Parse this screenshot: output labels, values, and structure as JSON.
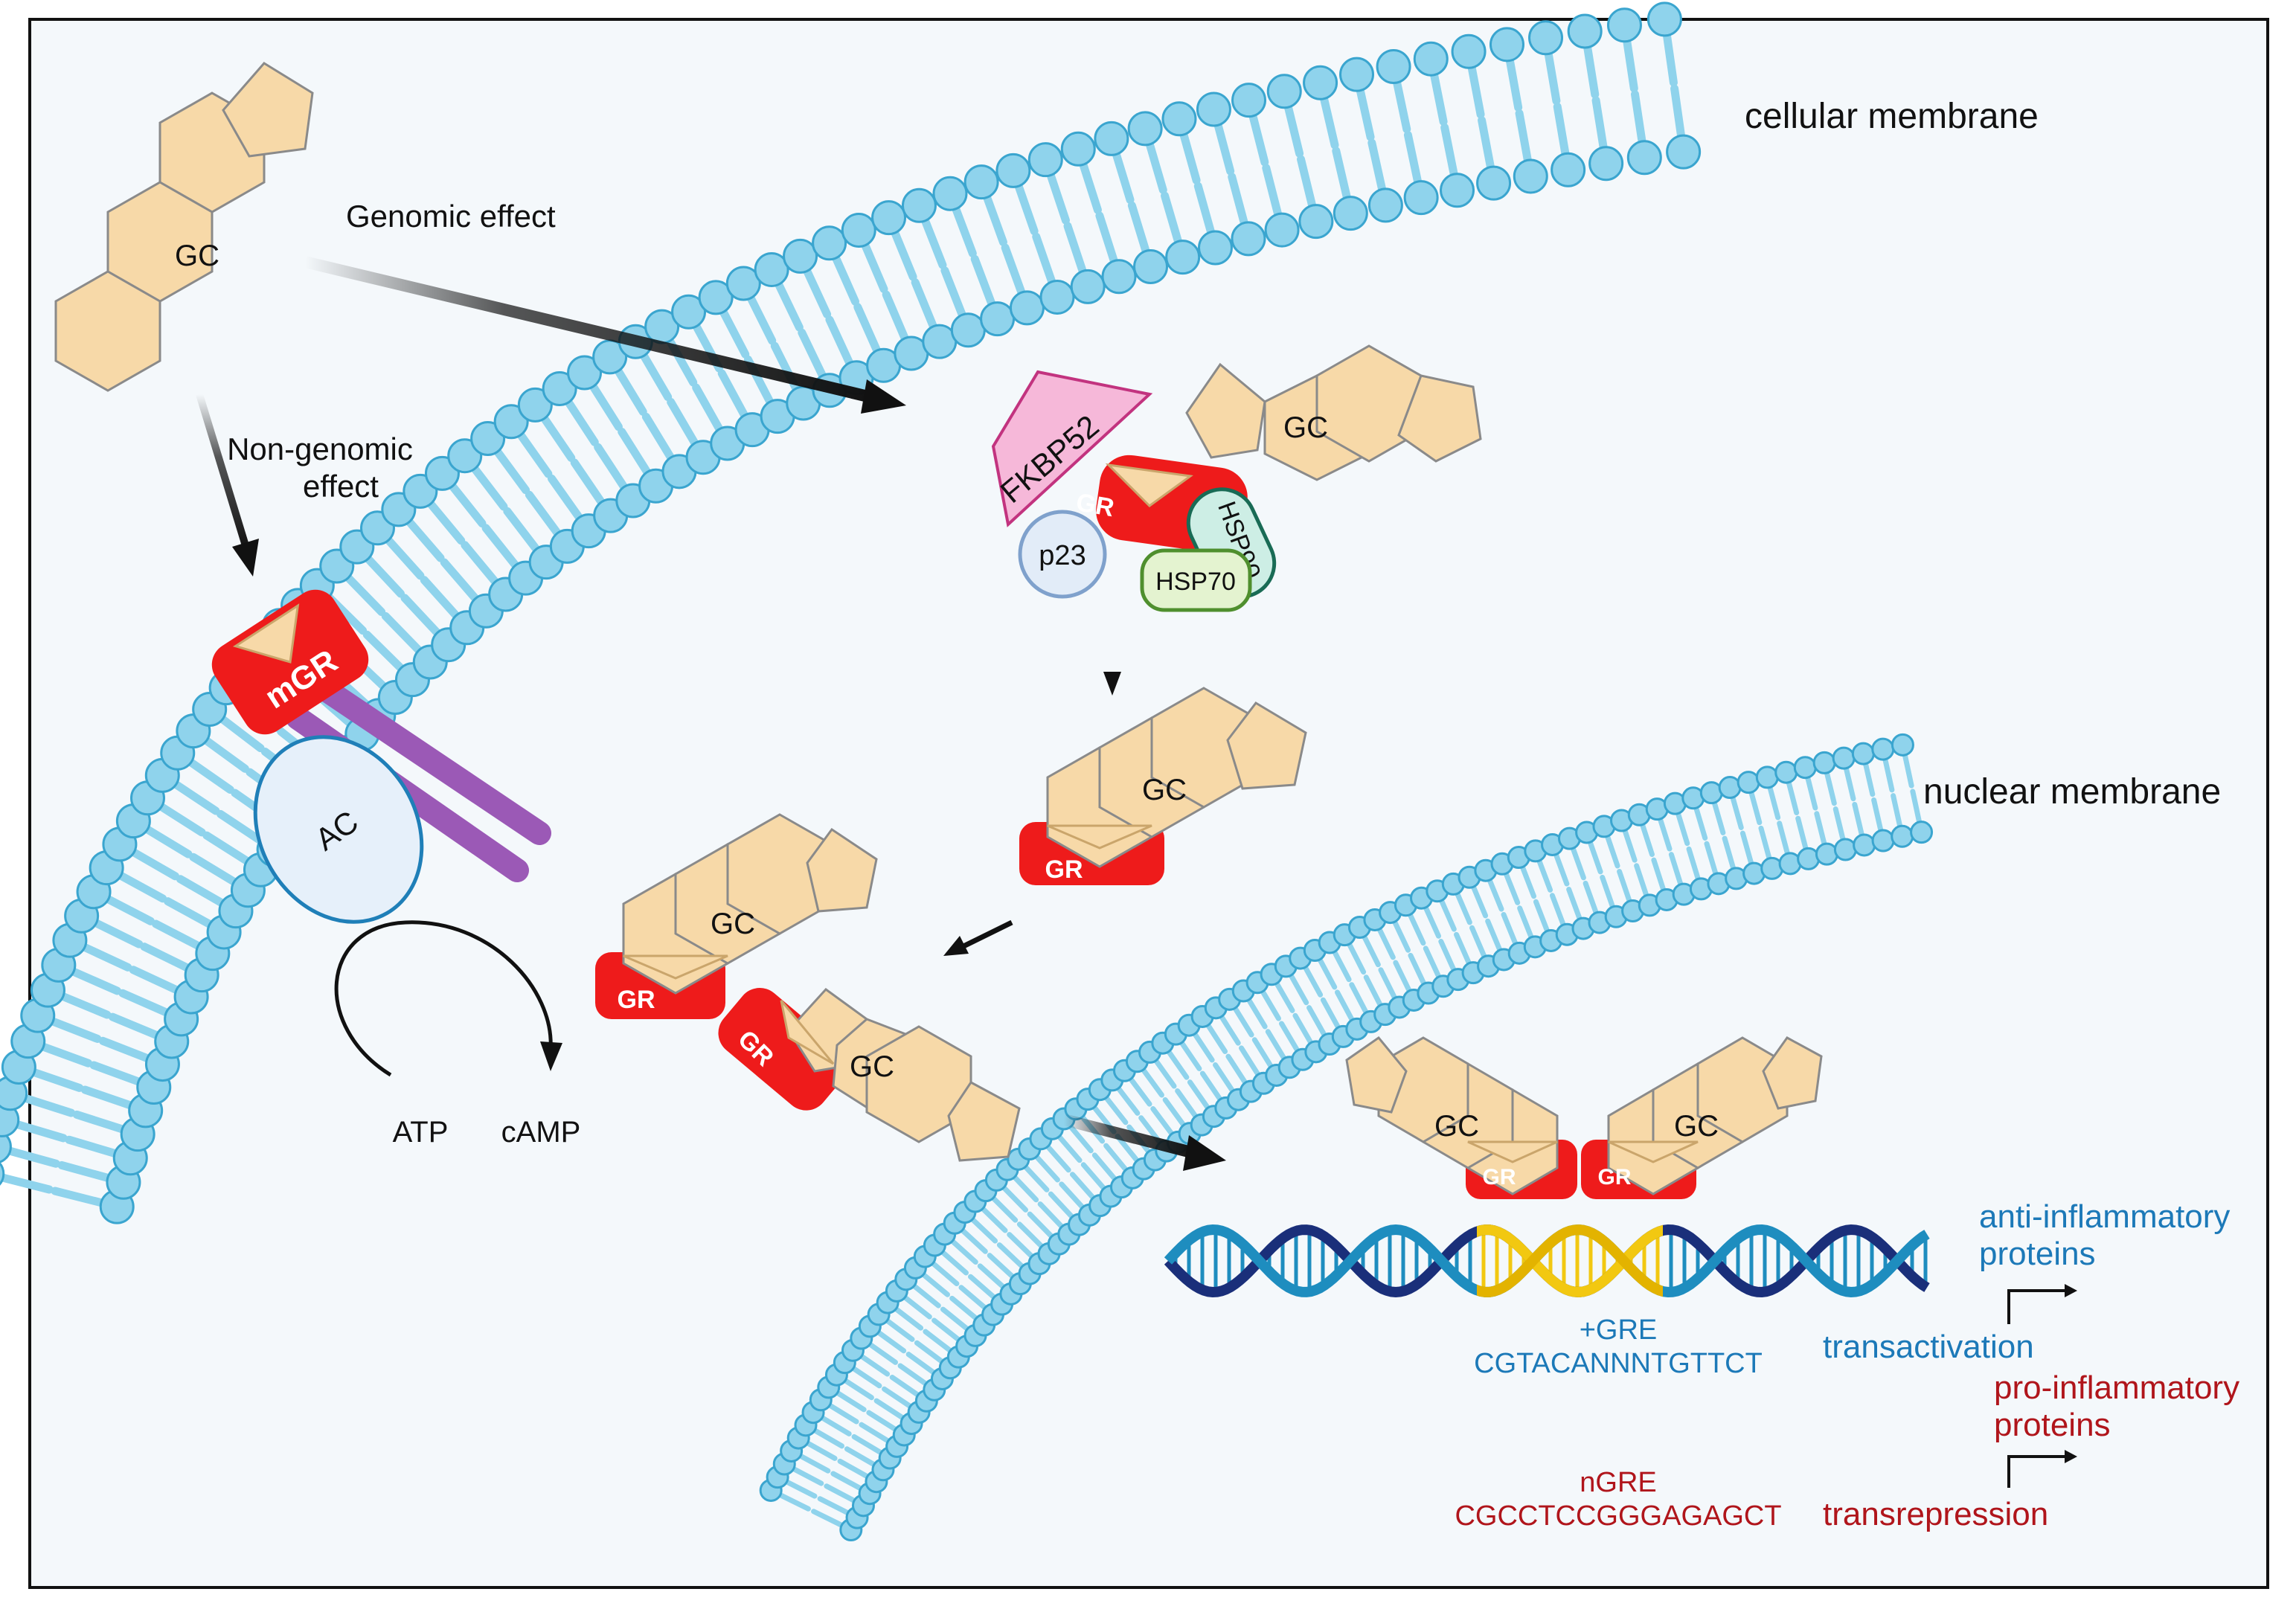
{
  "labels": {
    "cellular_membrane": "cellular membrane",
    "nuclear_membrane": "nuclear membrane",
    "genomic_effect": "Genomic effect",
    "non_genomic_line1": "Non-genomic",
    "non_genomic_line2": "effect",
    "gc": "GC",
    "gr": "GR",
    "mgr": "mGR",
    "ac": "AC",
    "atp": "ATP",
    "camp": "cAMP",
    "fkbp52": "FKBP52",
    "hsp90": "HSP90",
    "hsp70": "HSP70",
    "p23": "p23",
    "plus_gre": "+GRE",
    "plus_gre_seq": "CGTACANNNTGTTCT",
    "ngre": "nGRE",
    "ngre_seq": "CGCCTCCGGGAGAGCT",
    "anti_line1": "anti-inflammatory",
    "anti_line2": "proteins",
    "transactivation": "transactivation",
    "pro_line1": "pro-inflammatory",
    "pro_line2": "proteins",
    "transrepression": "transrepression"
  },
  "colors": {
    "background": "#f4f8fb",
    "lipid_head": "#8fd3ec",
    "lipid_outline": "#3aa5cf",
    "gc_fill": "#f7d9a8",
    "gc_stroke": "#8a8a8a",
    "gr_red": "#ee1b1b",
    "mgr_purple": "#9b59b6",
    "ac_fill": "#e6f0fa",
    "ac_stroke": "#1f7fb8",
    "fkbp52_fill": "#f6b8d9",
    "fkbp52_stroke": "#c2337f",
    "hsp90_fill": "#cdeee5",
    "hsp90_stroke": "#196b55",
    "hsp70_fill": "#e4f3d0",
    "hsp70_stroke": "#4f8f2e",
    "p23_fill": "#e2ecf8",
    "p23_stroke": "#7fa1cc",
    "dna_dark": "#1a2f7a",
    "dna_mid": "#1e8dbf",
    "dna_gold": "#f2c811",
    "text_blue": "#1c79b8",
    "text_red": "#b0151b"
  }
}
